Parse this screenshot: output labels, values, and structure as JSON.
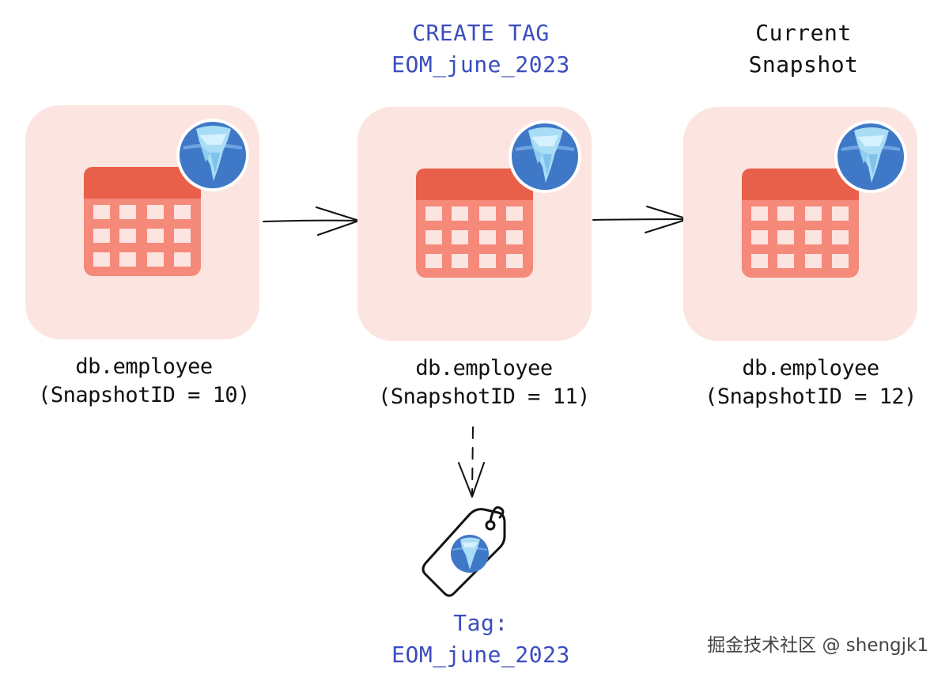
{
  "headings": {
    "create_tag": [
      "CREATE TAG",
      "EOM_june_2023"
    ],
    "current_snapshot": [
      "Current",
      "Snapshot"
    ]
  },
  "snapshots": [
    {
      "table": "db.employee",
      "snapshot": "(SnapshotID = 10)"
    },
    {
      "table": "db.employee",
      "snapshot": "(SnapshotID = 11)"
    },
    {
      "table": "db.employee",
      "snapshot": "(SnapshotID = 12)"
    }
  ],
  "tag": {
    "caption": [
      "Tag:",
      "EOM_june_2023"
    ]
  },
  "watermark": "掘金技术社区 @ shengjk1",
  "colors": {
    "card_bg": "#fce4e0",
    "table_header": "#e8604a",
    "table_body": "#f5897a",
    "ice_blue": "#3f78c6",
    "accent_text": "#3b4dbd"
  },
  "icons": {
    "table": "table-icon",
    "badge": "iceberg-icon",
    "tag": "tag-icon"
  }
}
